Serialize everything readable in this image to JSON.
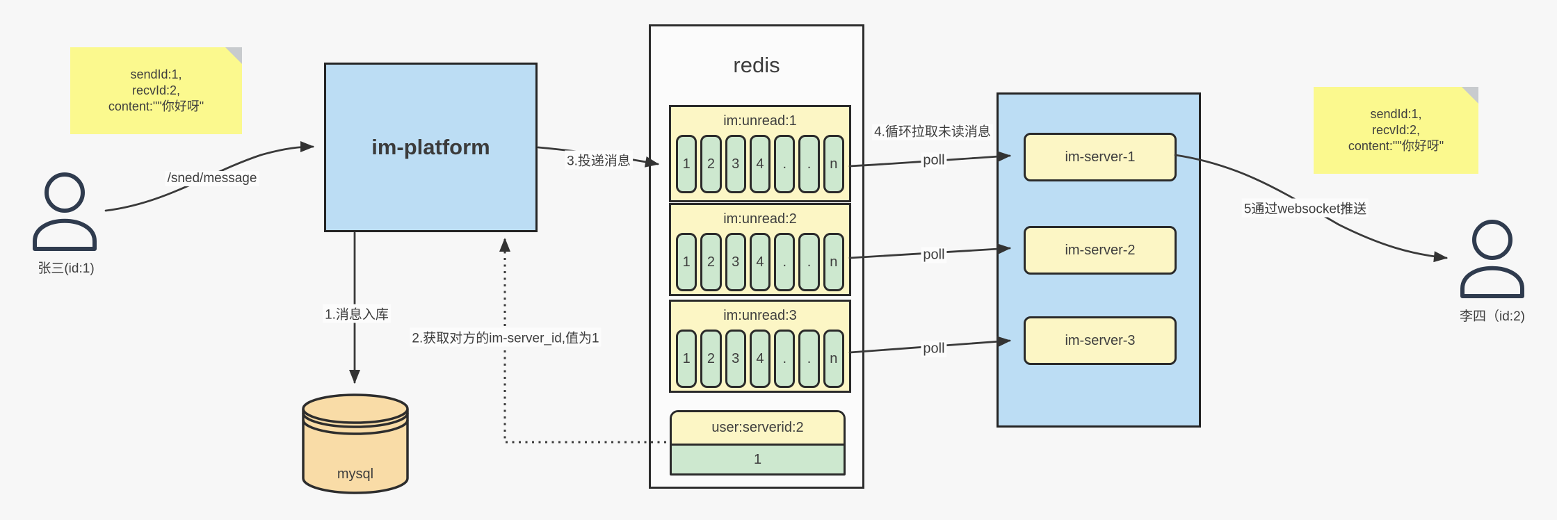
{
  "colors": {
    "background": "#f7f7f7",
    "node_blue": "#bcddf4",
    "note_yellow": "#fbf98e",
    "panel_yellow": "#fcf6c5",
    "cell_green": "#cde8cf",
    "mysql_tan": "#f9dca7",
    "line_dark": "#3a3a3a"
  },
  "actors": {
    "sender": {
      "label": "张三(id:1)"
    },
    "receiver": {
      "label": "李四（id:2)"
    }
  },
  "notes": {
    "left": {
      "lines": [
        "sendId:1,",
        "recvId:2,",
        "content:\"\"你好呀\""
      ]
    },
    "right": {
      "lines": [
        "sendId:1,",
        "recvId:2,",
        "content:\"\"你好呀\""
      ]
    }
  },
  "platform": {
    "label": "im-platform"
  },
  "database": {
    "label": "mysql"
  },
  "redis": {
    "title": "redis",
    "queues": [
      {
        "name": "im:unread:1",
        "cells": [
          "1",
          "2",
          "3",
          "4",
          ".",
          ".",
          "n"
        ]
      },
      {
        "name": "im:unread:2",
        "cells": [
          "1",
          "2",
          "3",
          "4",
          ".",
          ".",
          "n"
        ]
      },
      {
        "name": "im:unread:3",
        "cells": [
          "1",
          "2",
          "3",
          "4",
          ".",
          ".",
          "n"
        ]
      }
    ],
    "kv": {
      "key": "user:serverid:2",
      "value": "1"
    }
  },
  "servers": [
    {
      "label": "im-server-1"
    },
    {
      "label": "im-server-2"
    },
    {
      "label": "im-server-3"
    }
  ],
  "edges": {
    "send": "/sned/message",
    "store": "1.消息入库",
    "get_server_id": "2.获取对方的im-server_id,值为1",
    "deliver": "3.投递消息",
    "pull_loop": "4.循环拉取未读消息",
    "poll_1": "poll",
    "poll_2": "poll",
    "poll_3": "poll",
    "push": "5通过websocket推送"
  }
}
